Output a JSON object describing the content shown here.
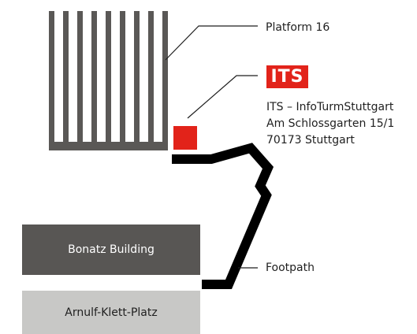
{
  "map": {
    "platform": {
      "label": "Platform 16",
      "color": "#5a5856"
    },
    "its": {
      "badge": "ITS",
      "marker_color": "#e2231a",
      "address_lines": [
        "ITS – InfoTurmStuttgart",
        "Am Schlossgarten 15/1",
        "70173 Stuttgart"
      ]
    },
    "footpath": {
      "label": "Footpath",
      "color": "#000000"
    },
    "buildings": {
      "bonatz": "Bonatz Building",
      "arnulf": "Arnulf-Klett-Platz"
    }
  }
}
